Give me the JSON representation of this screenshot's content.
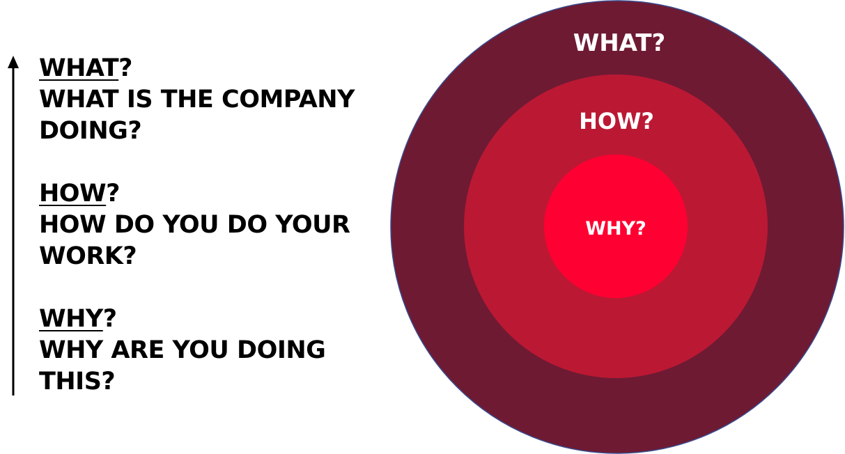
{
  "left_panel": {
    "what": {
      "heading_word": "WHAT",
      "heading_mark": "?",
      "description": "WHAT IS THE COMPANY DOING?"
    },
    "how": {
      "heading_word": "HOW",
      "heading_mark": "?",
      "description": "HOW DO YOU DO YOUR WORK?"
    },
    "why": {
      "heading_word": "WHY",
      "heading_mark": "?",
      "description": "WHY ARE YOU DOING THIS?"
    }
  },
  "circles": {
    "outer_label": "WHAT?",
    "middle_label": "HOW?",
    "inner_label": "WHY?"
  },
  "colors": {
    "outer": "#6e1a33",
    "middle": "#bb1834",
    "inner": "#ff0032",
    "outer_border": "#3a4a8c",
    "text_dark": "#000000",
    "text_light": "#ffffff"
  }
}
